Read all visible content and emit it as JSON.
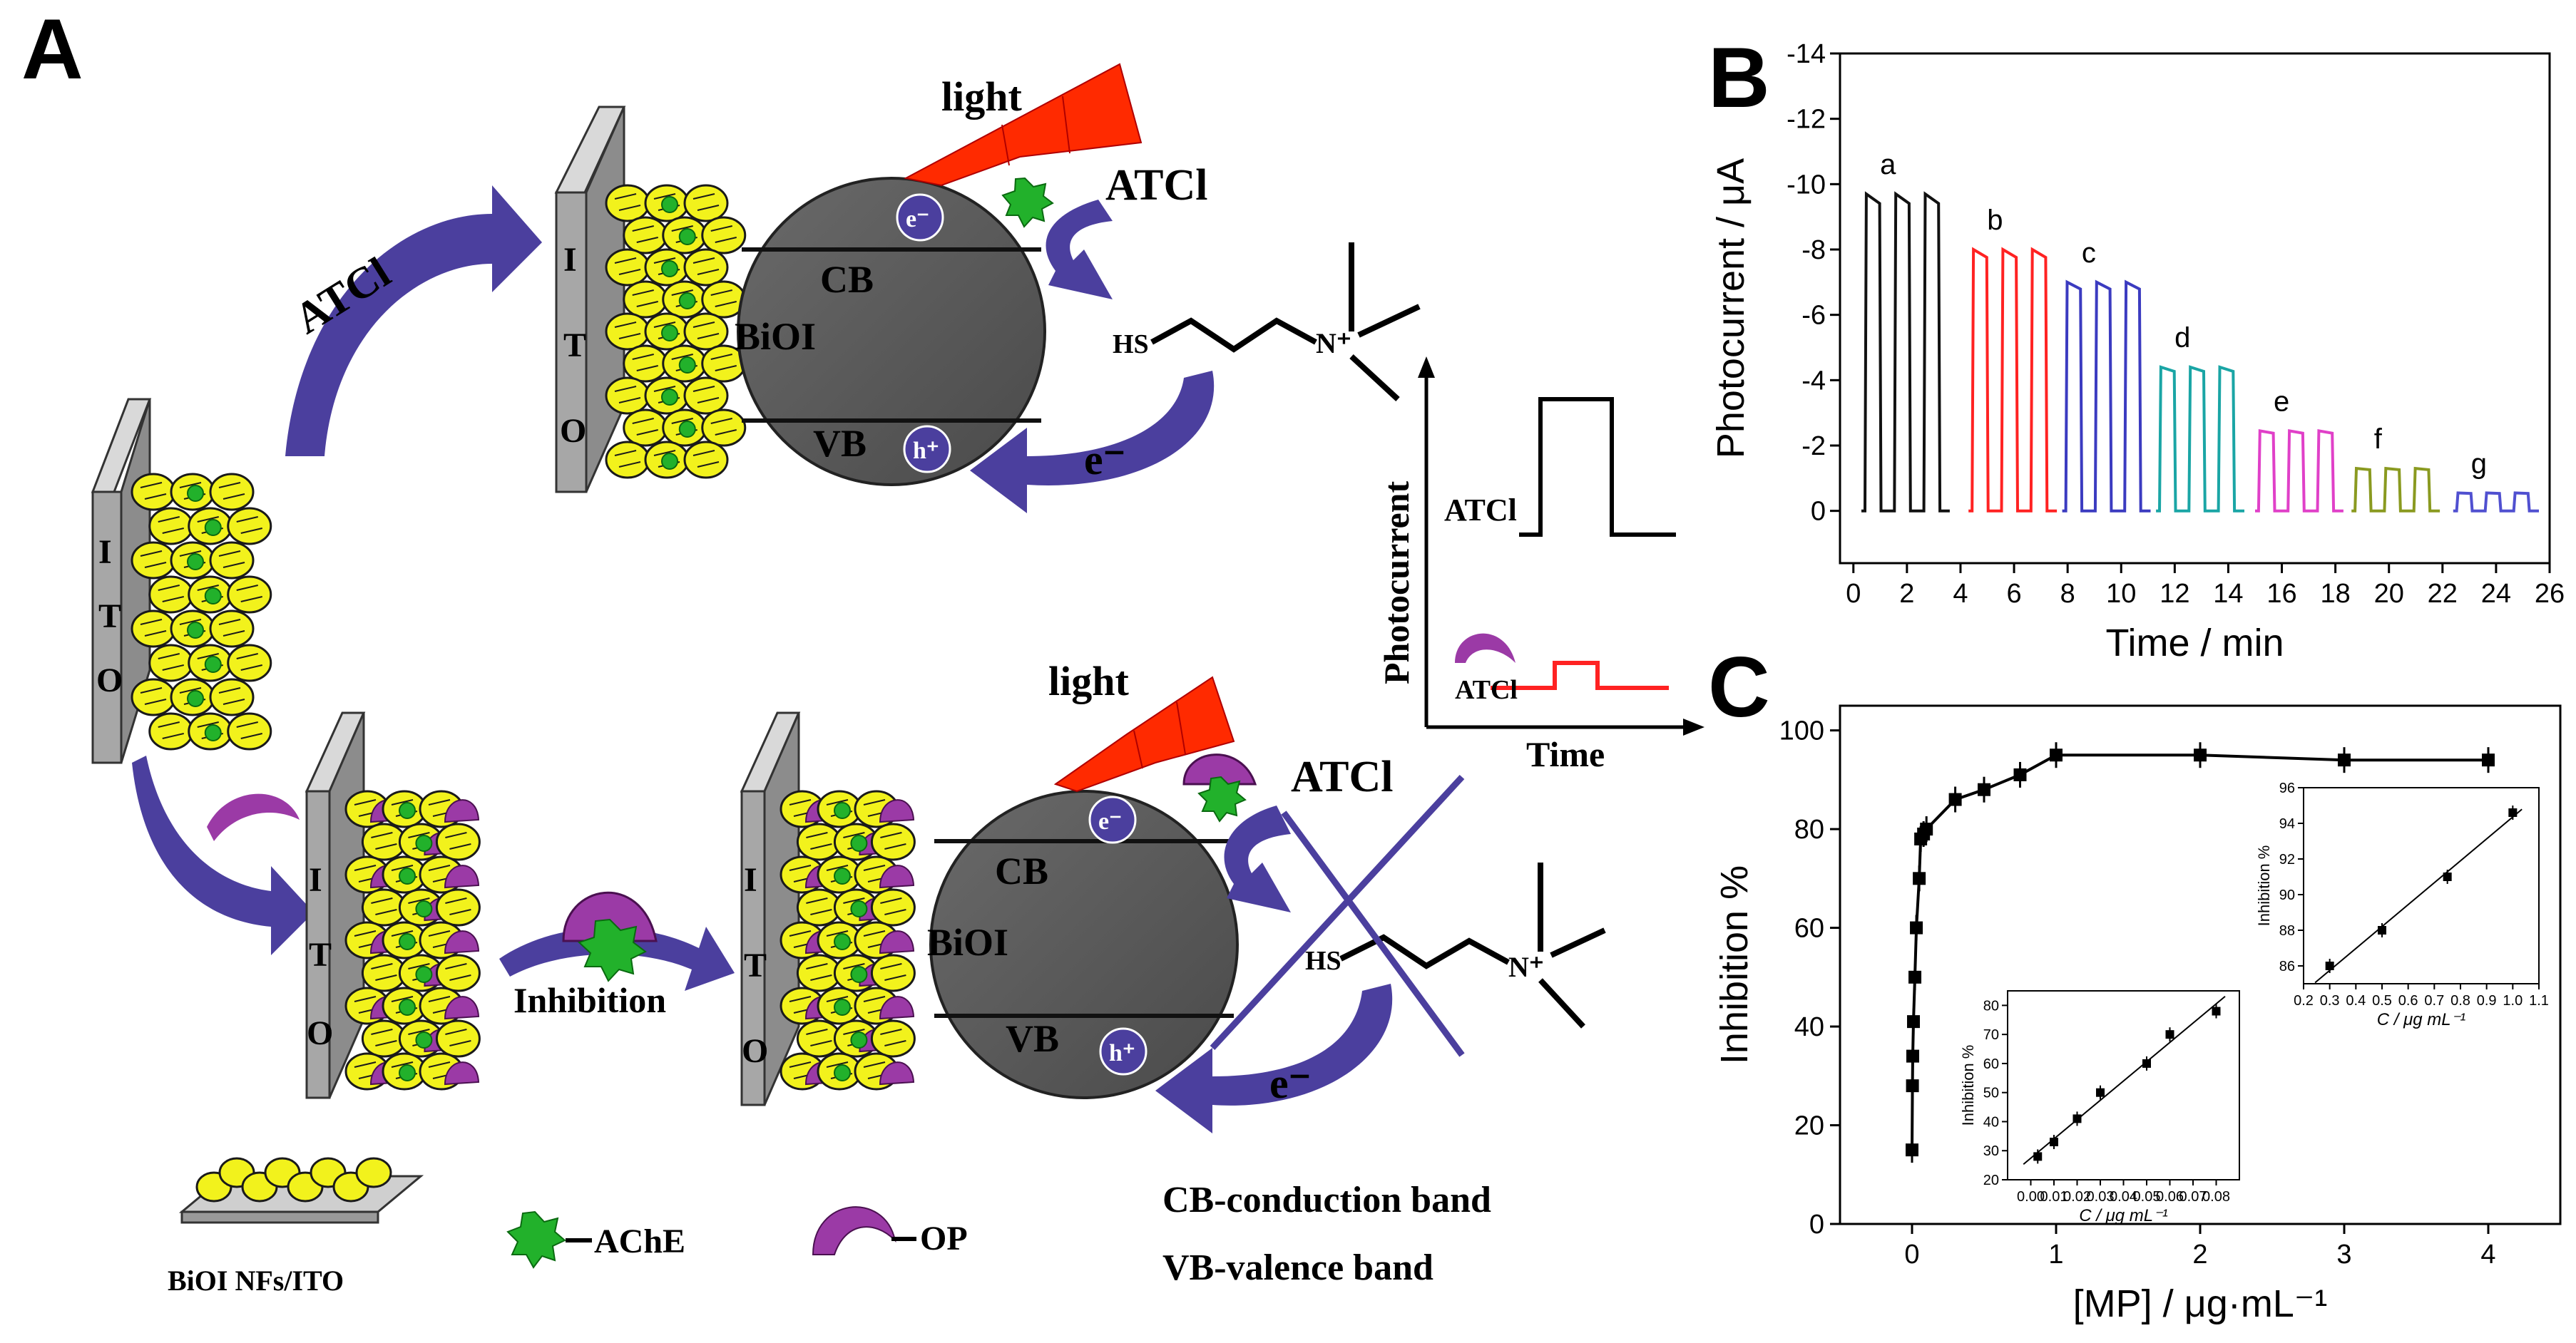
{
  "panels": {
    "a": "A",
    "b": "B",
    "c": "C"
  },
  "schematic": {
    "top_arrow_label": "ATCl",
    "light_top": "light",
    "light_bottom": "light",
    "atcl_top": "ATCl",
    "atcl_bottom": "ATCl",
    "electrode_letters": [
      "I",
      "T",
      "O"
    ],
    "cb": "CB",
    "vb": "VB",
    "biol": "BiOI",
    "electron": "e⁻",
    "hole": "h⁺",
    "escaped_electron": "e⁻",
    "hs": "HS",
    "n_plus": "N⁺",
    "inhibition": "Inhibition",
    "inset_ylabel": "Photocurrent",
    "inset_xlabel": "Time",
    "inset_atcl_1": "ATCl",
    "inset_atcl_2": "ATCl",
    "legend": {
      "nfs": "BiOI NFs/ITO",
      "ache": "AChE",
      "op": "OP",
      "cb": "CB-conduction band",
      "vb": "VB-valence band"
    }
  },
  "colors": {
    "yellow": "#f2f21c",
    "purple_arrow": "#4b3f9e",
    "violet": "#9b3aa6",
    "green": "#22b12b",
    "sphere": "#555555",
    "red": "#ff2a00"
  },
  "chart_data": [
    {
      "id": "B",
      "type": "line",
      "xlabel": "Time / min",
      "ylabel": "Photocurrent / μA",
      "xlim": [
        -0.5,
        26
      ],
      "ylim": [
        -14,
        1.6
      ],
      "y_inverted": true,
      "xticks": [
        0,
        2,
        4,
        6,
        8,
        10,
        12,
        14,
        16,
        18,
        20,
        22,
        24,
        26
      ],
      "yticks": [
        -14,
        -12,
        -10,
        -8,
        -6,
        -4,
        -2,
        0
      ],
      "series": [
        {
          "name": "a",
          "color": "#111111",
          "start": 0.3,
          "end": 3.6,
          "amplitude": -9.7
        },
        {
          "name": "b",
          "color": "#ff2222",
          "start": 4.3,
          "end": 7.6,
          "amplitude": -8.0
        },
        {
          "name": "c",
          "color": "#3b3bc0",
          "start": 7.8,
          "end": 11.1,
          "amplitude": -7.0
        },
        {
          "name": "d",
          "color": "#1aa5a5",
          "start": 11.3,
          "end": 14.6,
          "amplitude": -4.4
        },
        {
          "name": "e",
          "color": "#e040c8",
          "start": 15.0,
          "end": 18.3,
          "amplitude": -2.45
        },
        {
          "name": "f",
          "color": "#8a9a20",
          "start": 18.6,
          "end": 21.9,
          "amplitude": -1.3
        },
        {
          "name": "g",
          "color": "#5050d0",
          "start": 22.4,
          "end": 25.6,
          "amplitude": -0.55
        }
      ]
    },
    {
      "id": "C",
      "type": "line",
      "xlabel": "[MP] / μg·mL⁻¹",
      "ylabel": "Inhibition %",
      "xlim": [
        -0.5,
        4.5
      ],
      "ylim": [
        0,
        105
      ],
      "xticks": [
        0,
        1,
        2,
        3,
        4
      ],
      "yticks": [
        0,
        20,
        40,
        60,
        80,
        100
      ],
      "x": [
        0.0,
        0.003,
        0.005,
        0.01,
        0.02,
        0.03,
        0.05,
        0.06,
        0.08,
        0.1,
        0.3,
        0.5,
        0.75,
        1.0,
        2.0,
        3.0,
        4.0
      ],
      "y": [
        15,
        28,
        34,
        41,
        50,
        60,
        70,
        78,
        79,
        80,
        86,
        88,
        91,
        95,
        95,
        94,
        94
      ],
      "insets": [
        {
          "id": "low",
          "xlabel": "C / μg mL⁻¹",
          "ylabel": "Inhibition %",
          "xlim": [
            -0.01,
            0.09
          ],
          "ylim": [
            20,
            85
          ],
          "xticks": [
            "0.00",
            "0.01",
            "0.02",
            "0.03",
            "0.04",
            "0.05",
            "0.06",
            "0.07",
            "0.08"
          ],
          "yticks": [
            20,
            30,
            40,
            50,
            60,
            70,
            80
          ],
          "x": [
            0.003,
            0.01,
            0.02,
            0.03,
            0.05,
            0.06,
            0.08
          ],
          "y": [
            28,
            33,
            41,
            50,
            60,
            70,
            78
          ]
        },
        {
          "id": "high",
          "xlabel": "C / μg mL⁻¹",
          "ylabel": "Inhibition %",
          "xlim": [
            0.2,
            1.1
          ],
          "ylim": [
            85,
            96
          ],
          "xticks": [
            "0.2",
            "0.3",
            "0.4",
            "0.5",
            "0.6",
            "0.7",
            "0.8",
            "0.9",
            "1.0",
            "1.1"
          ],
          "yticks": [
            86,
            88,
            90,
            92,
            94,
            96
          ],
          "x": [
            0.3,
            0.5,
            0.75,
            1.0
          ],
          "y": [
            86,
            88,
            91,
            94.6
          ]
        }
      ]
    }
  ]
}
